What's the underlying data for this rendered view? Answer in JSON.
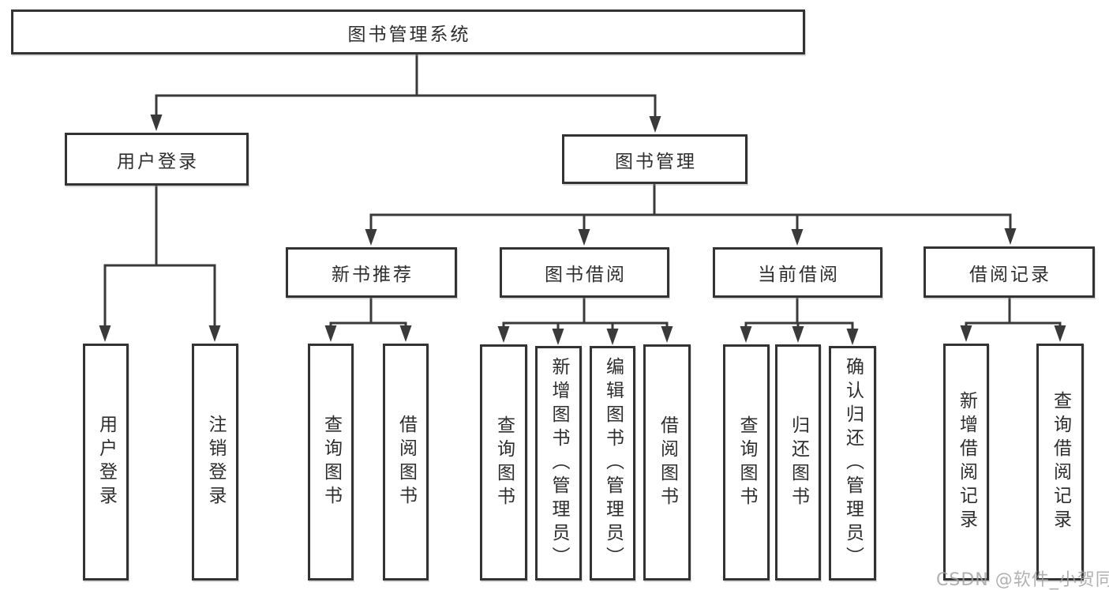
{
  "diagram": {
    "title": "图书管理系统",
    "level2": [
      {
        "label": "用户登录"
      },
      {
        "label": "图书管理"
      }
    ],
    "level3": [
      {
        "label": "新书推荐"
      },
      {
        "label": "图书借阅"
      },
      {
        "label": "当前借阅"
      },
      {
        "label": "借阅记录"
      }
    ],
    "leaves": {
      "user_login": [
        {
          "label": "用户登录"
        },
        {
          "label": "注销登录"
        }
      ],
      "new_book_recommend": [
        {
          "label": "查询图书"
        },
        {
          "label": "借阅图书"
        }
      ],
      "book_borrow": [
        {
          "label": "查询图书"
        },
        {
          "label": "新增图书（管理员）"
        },
        {
          "label": "编辑图书（管理员）"
        },
        {
          "label": "借阅图书"
        }
      ],
      "current_borrow": [
        {
          "label": "查询图书"
        },
        {
          "label": "归还图书"
        },
        {
          "label": "确认归还（管理员）"
        }
      ],
      "borrow_records": [
        {
          "label": "新增借阅记录"
        },
        {
          "label": "查询借阅记录"
        }
      ]
    },
    "watermark": "CSDN @软件_小贺同学",
    "colors": {
      "line": "#3a3a3a",
      "border": "#333333",
      "text": "#2e2e2e",
      "background": "#ffffff",
      "watermark": "#a0a0a0"
    }
  }
}
